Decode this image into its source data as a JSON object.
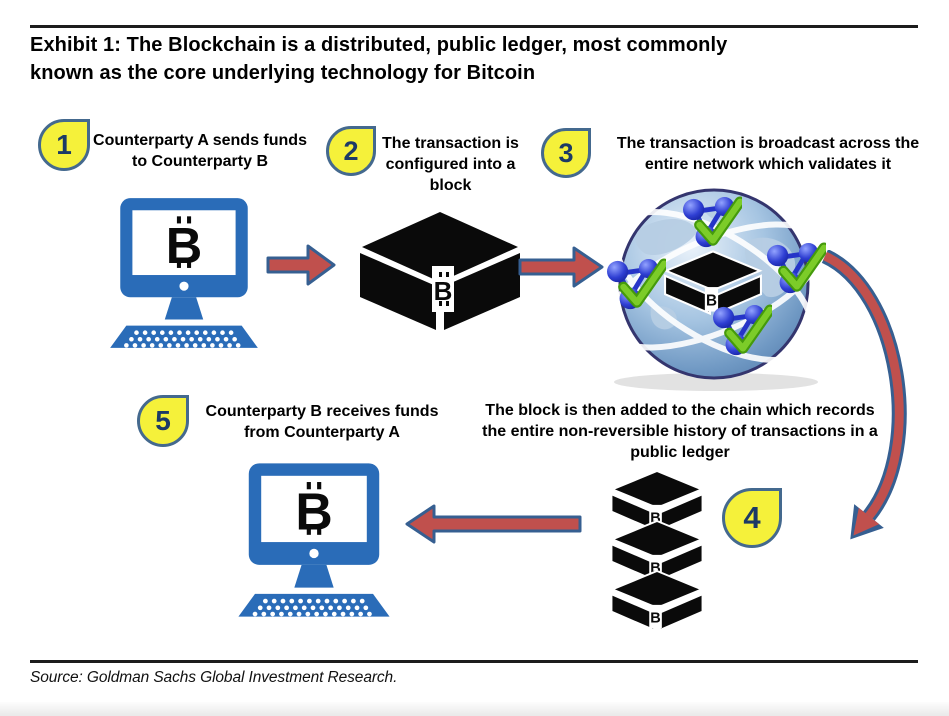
{
  "page": {
    "title": "Exhibit 1: The Blockchain is a distributed, public ledger, most commonly\nknown as the core underlying technology for Bitcoin",
    "source": "Source: Goldman Sachs Global Investment Research."
  },
  "steps": [
    {
      "number": "1",
      "label": "Counterparty A sends funds to Counterparty B",
      "icon": "computer-bitcoin-icon"
    },
    {
      "number": "2",
      "label": "The transaction is configured into a block",
      "icon": "block-cube-icon"
    },
    {
      "number": "3",
      "label": "The transaction is broadcast across the entire network which validates it",
      "icon": "globe-network-icon"
    },
    {
      "number": "4",
      "label": "The block is then added to the chain which records the entire non-reversible history of transactions in a public ledger",
      "icon": "blockchain-stack-icon"
    },
    {
      "number": "5",
      "label": "Counterparty B receives funds from Counterparty A",
      "icon": "computer-bitcoin-icon"
    }
  ],
  "icons": {
    "bitcoin_letter": "B"
  },
  "colors": {
    "arrow_red": "#C0504D",
    "arrow_outline_blue": "#365F91",
    "badge_yellow": "#F5F13A",
    "badge_border": "#44698E",
    "badge_number_navy": "#1C3A66",
    "computer_blue": "#2A6CB8",
    "block_black": "#0A0A0A",
    "check_green": "#7CCC29",
    "node_blue": "#2F3FD3"
  }
}
